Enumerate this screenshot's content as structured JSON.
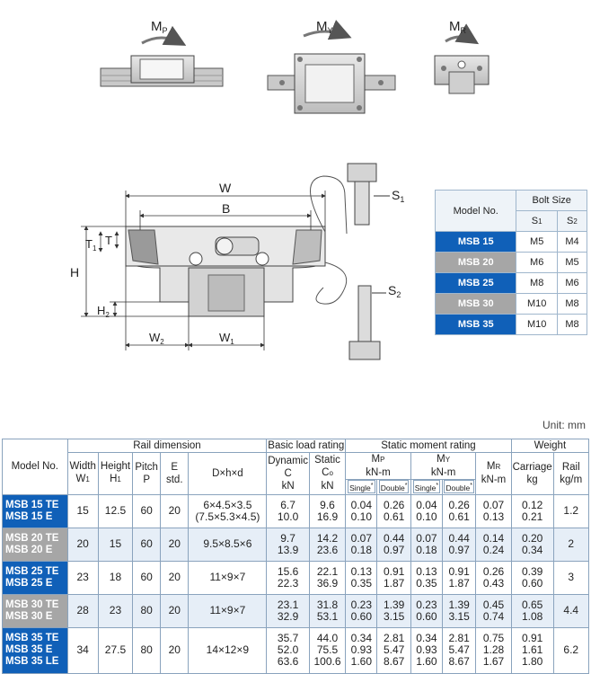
{
  "moments": {
    "mp_base": "M",
    "mp_sub": "P",
    "my_base": "M",
    "my_sub": "Y",
    "mr_base": "M",
    "mr_sub": "R"
  },
  "dims": {
    "w": "W",
    "b": "B",
    "t1_base": "T",
    "t1_sub": "1",
    "t": "T",
    "h": "H",
    "h2_base": "H",
    "h2_sub": "2",
    "w2_base": "W",
    "w2_sub": "2",
    "w1_base": "W",
    "w1_sub": "1",
    "s1_base": "S",
    "s1_sub": "1",
    "s2_base": "S",
    "s2_sub": "2"
  },
  "bolt": {
    "model_header": "Model No.",
    "bolt_header": "Bolt Size",
    "s1_base": "S",
    "s1_sub": "1",
    "s2_base": "S",
    "s2_sub": "2",
    "rows": [
      {
        "model": "MSB 15",
        "s1": "M5",
        "s2": "M4"
      },
      {
        "model": "MSB 20",
        "s1": "M6",
        "s2": "M5"
      },
      {
        "model": "MSB 25",
        "s1": "M8",
        "s2": "M6"
      },
      {
        "model": "MSB 30",
        "s1": "M10",
        "s2": "M8"
      },
      {
        "model": "MSB 35",
        "s1": "M10",
        "s2": "M8"
      }
    ]
  },
  "unit": "Unit: mm",
  "spec": {
    "h_model": "Model No.",
    "h_rail": "Rail dimension",
    "h_load": "Basic load rating",
    "h_moment": "Static moment rating",
    "h_weight": "Weight",
    "h_width": "Width",
    "h_width2_base": "W",
    "h_width2_sub": "1",
    "h_height": "Height",
    "h_height2_base": "H",
    "h_height2_sub": "1",
    "h_pitch": "Pitch",
    "h_pitch2": "P",
    "h_e": "E",
    "h_e2": "std.",
    "h_dhd": "D×h×d",
    "h_dyn": "Dynamic",
    "h_dyn2": "C",
    "h_dyn3": "kN",
    "h_sta": "Static",
    "h_sta2_base": "C",
    "h_sta2_sub": "o",
    "h_sta3": "kN",
    "h_mp_base": "M",
    "h_mp_sub": "P",
    "h_my_base": "M",
    "h_my_sub": "Y",
    "h_knm": "kN-m",
    "h_mr_base": "M",
    "h_mr_sub": "R",
    "h_carriage": "Carriage",
    "h_kg": "kg",
    "h_railw": "Rail",
    "h_kgm": "kg/m",
    "h_single": "Single",
    "h_double": "Double",
    "star": "*",
    "groups": [
      {
        "color": "blue",
        "models": [
          "MSB 15 TE",
          "MSB 15 E"
        ],
        "w": "15",
        "h": "12.5",
        "p": "60",
        "e": "20",
        "dhd": [
          "6×4.5×3.5",
          "(7.5×5.3×4.5)"
        ],
        "c": [
          "6.7",
          "10.0"
        ],
        "co": [
          "9.6",
          "16.9"
        ],
        "mps": [
          "0.04",
          "0.10"
        ],
        "mpd": [
          "0.26",
          "0.61"
        ],
        "mys": [
          "0.04",
          "0.10"
        ],
        "myd": [
          "0.26",
          "0.61"
        ],
        "mr": [
          "0.07",
          "0.13"
        ],
        "carriage": [
          "0.12",
          "0.21"
        ],
        "rail": "1.2"
      },
      {
        "color": "gray",
        "models": [
          "MSB 20 TE",
          "MSB 20 E"
        ],
        "w": "20",
        "h": "15",
        "p": "60",
        "e": "20",
        "dhd": [
          "9.5×8.5×6"
        ],
        "c": [
          "9.7",
          "13.9"
        ],
        "co": [
          "14.2",
          "23.6"
        ],
        "mps": [
          "0.07",
          "0.18"
        ],
        "mpd": [
          "0.44",
          "0.97"
        ],
        "mys": [
          "0.07",
          "0.18"
        ],
        "myd": [
          "0.44",
          "0.97"
        ],
        "mr": [
          "0.14",
          "0.24"
        ],
        "carriage": [
          "0.20",
          "0.34"
        ],
        "rail": "2"
      },
      {
        "color": "blue",
        "models": [
          "MSB 25 TE",
          "MSB 25 E"
        ],
        "w": "23",
        "h": "18",
        "p": "60",
        "e": "20",
        "dhd": [
          "11×9×7"
        ],
        "c": [
          "15.6",
          "22.3"
        ],
        "co": [
          "22.1",
          "36.9"
        ],
        "mps": [
          "0.13",
          "0.35"
        ],
        "mpd": [
          "0.91",
          "1.87"
        ],
        "mys": [
          "0.13",
          "0.35"
        ],
        "myd": [
          "0.91",
          "1.87"
        ],
        "mr": [
          "0.26",
          "0.43"
        ],
        "carriage": [
          "0.39",
          "0.60"
        ],
        "rail": "3"
      },
      {
        "color": "gray",
        "models": [
          "MSB 30 TE",
          "MSB 30 E"
        ],
        "w": "28",
        "h": "23",
        "p": "80",
        "e": "20",
        "dhd": [
          "11×9×7"
        ],
        "c": [
          "23.1",
          "32.9"
        ],
        "co": [
          "31.8",
          "53.1"
        ],
        "mps": [
          "0.23",
          "0.60"
        ],
        "mpd": [
          "1.39",
          "3.15"
        ],
        "mys": [
          "0.23",
          "0.60"
        ],
        "myd": [
          "1.39",
          "3.15"
        ],
        "mr": [
          "0.45",
          "0.74"
        ],
        "carriage": [
          "0.65",
          "1.08"
        ],
        "rail": "4.4"
      },
      {
        "color": "blue",
        "models": [
          "MSB 35 TE",
          "MSB 35 E",
          "MSB 35 LE"
        ],
        "w": "34",
        "h": "27.5",
        "p": "80",
        "e": "20",
        "dhd": [
          "14×12×9"
        ],
        "c": [
          "35.7",
          "52.0",
          "63.6"
        ],
        "co": [
          "44.0",
          "75.5",
          "100.6"
        ],
        "mps": [
          "0.34",
          "0.93",
          "1.60"
        ],
        "mpd": [
          "2.81",
          "5.47",
          "8.67"
        ],
        "mys": [
          "0.34",
          "0.93",
          "1.60"
        ],
        "myd": [
          "2.81",
          "5.47",
          "8.67"
        ],
        "mr": [
          "0.75",
          "1.28",
          "1.67"
        ],
        "carriage": [
          "0.91",
          "1.61",
          "1.80"
        ],
        "rail": "6.2"
      }
    ]
  }
}
